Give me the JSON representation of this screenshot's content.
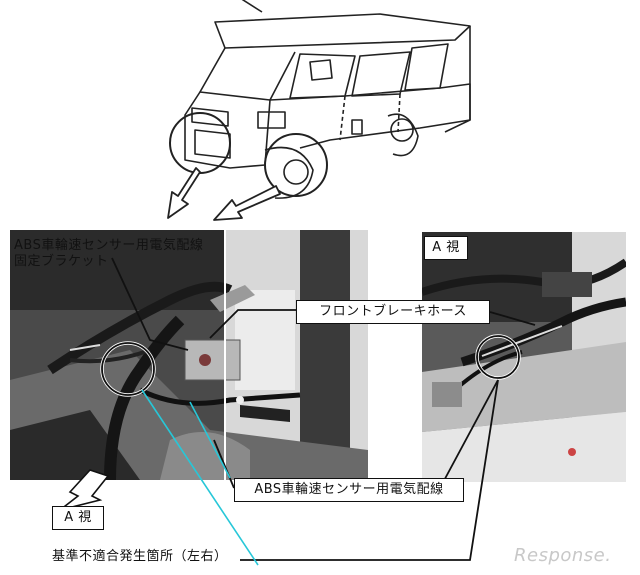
{
  "labels": {
    "abs_bracket_line1": "ABS車輪速センサー用電気配線",
    "abs_bracket_line2": "固定ブラケット",
    "front_brake_hose": "フロントブレーキホース",
    "view_a_top": "A 視",
    "view_a_bottom": "A 視",
    "abs_wiring": "ABS車輪速センサー用電気配線",
    "nonconformity_location": "基準不適合発生箇所（左右）"
  },
  "watermark": {
    "brand": "Response."
  },
  "colors": {
    "line": "#111111",
    "cyan_leader": "#27c7d8",
    "photo_dark": "#2a2a2a"
  }
}
